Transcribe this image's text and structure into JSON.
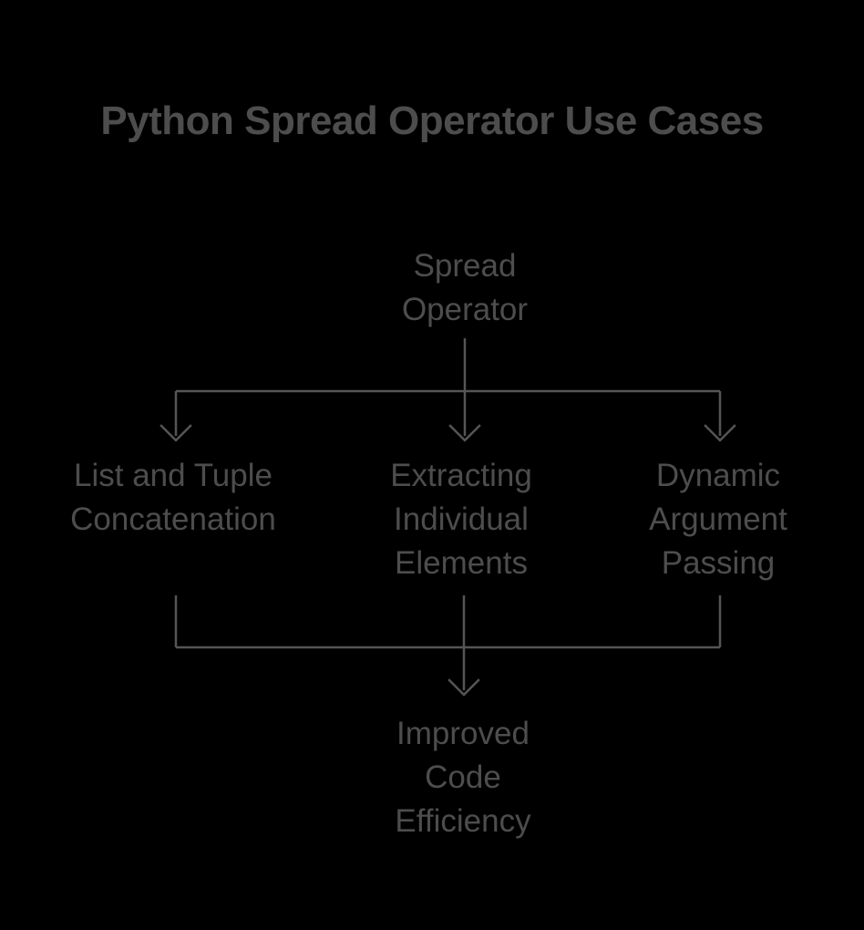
{
  "title": "Python Spread Operator Use Cases",
  "colors": {
    "background": "#000000",
    "text": "#4d4d4d",
    "line": "#555555"
  },
  "diagram": {
    "nodes": {
      "root": {
        "id": "spread-operator",
        "label": "Spread\nOperator"
      },
      "left": {
        "id": "list-tuple-concatenation",
        "label": "List and Tuple\nConcatenation"
      },
      "middle": {
        "id": "extracting-individual-elements",
        "label": "Extracting\nIndividual\nElements"
      },
      "right": {
        "id": "dynamic-argument-passing",
        "label": "Dynamic\nArgument\nPassing"
      },
      "bottom": {
        "id": "improved-code-efficiency",
        "label": "Improved\nCode\nEfficiency"
      }
    },
    "edges": [
      {
        "from": "spread-operator",
        "to": "list-tuple-concatenation"
      },
      {
        "from": "spread-operator",
        "to": "extracting-individual-elements"
      },
      {
        "from": "spread-operator",
        "to": "dynamic-argument-passing"
      },
      {
        "from": "list-tuple-concatenation",
        "to": "improved-code-efficiency"
      },
      {
        "from": "extracting-individual-elements",
        "to": "improved-code-efficiency"
      },
      {
        "from": "dynamic-argument-passing",
        "to": "improved-code-efficiency"
      }
    ]
  }
}
